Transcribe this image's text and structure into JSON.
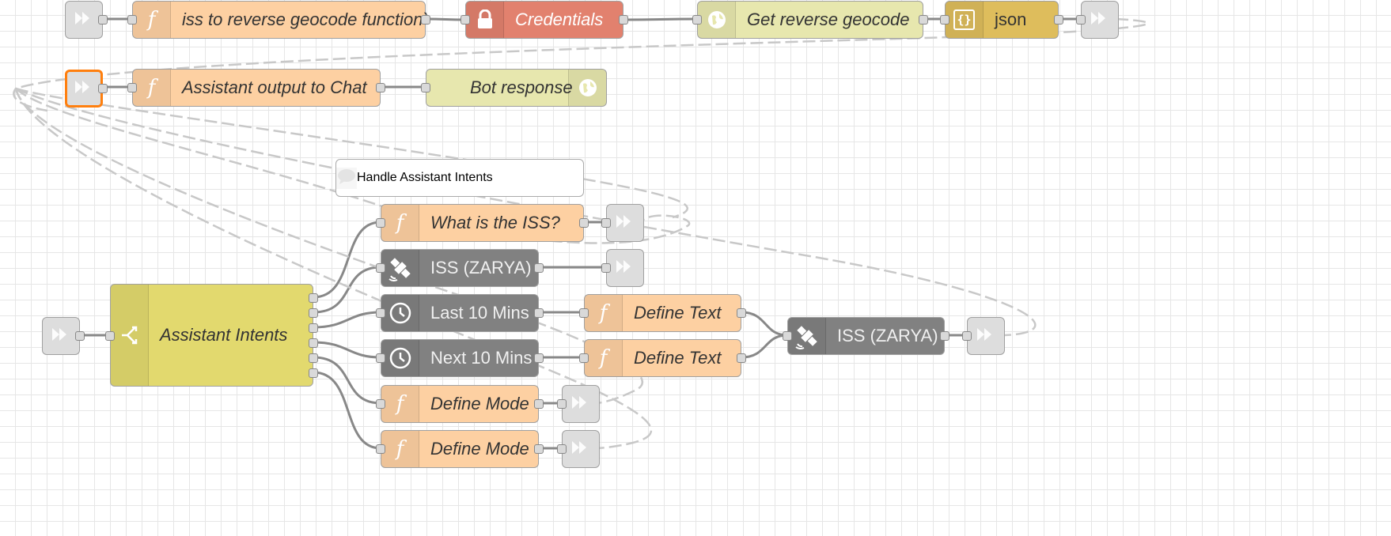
{
  "colors": {
    "function": "#fdd0a2",
    "credentials": "#e2816e",
    "http": "#e7e7ae",
    "json": "#debd5c",
    "dark": "#818181",
    "switch": "#e2d96e",
    "link": "#dddddd",
    "selected": "#ff7f0e",
    "wire": "#888888",
    "link_wire": "#c8c8c8"
  },
  "nodes": {
    "iss_reverse_fn": "iss to reverse geocode function`",
    "credentials": "Credentials",
    "get_reverse": "Get reverse geocode",
    "json": "json",
    "assistant_output": "Assistant output to Chat",
    "bot_response": "Bot response",
    "comment": "Handle Assistant Intents",
    "what_is_iss": "What is the ISS?",
    "iss_zarya_1": "ISS (ZARYA)",
    "last_10": "Last 10 Mins",
    "next_10": "Next 10 Mins",
    "define_text_1": "Define Text",
    "define_text_2": "Define Text",
    "iss_zarya_2": "ISS (ZARYA)",
    "define_mode_1": "Define Mode",
    "define_mode_2": "Define Mode",
    "assistant_intents": "Assistant Intents"
  },
  "icons": {
    "function": "function-icon",
    "lock": "lock-icon",
    "globe": "globe-icon",
    "json": "json-braces-icon",
    "link": "link-icon",
    "satellite": "satellite-icon",
    "clock": "clock-icon",
    "switch": "switch-icon",
    "comment": "comment-icon"
  }
}
